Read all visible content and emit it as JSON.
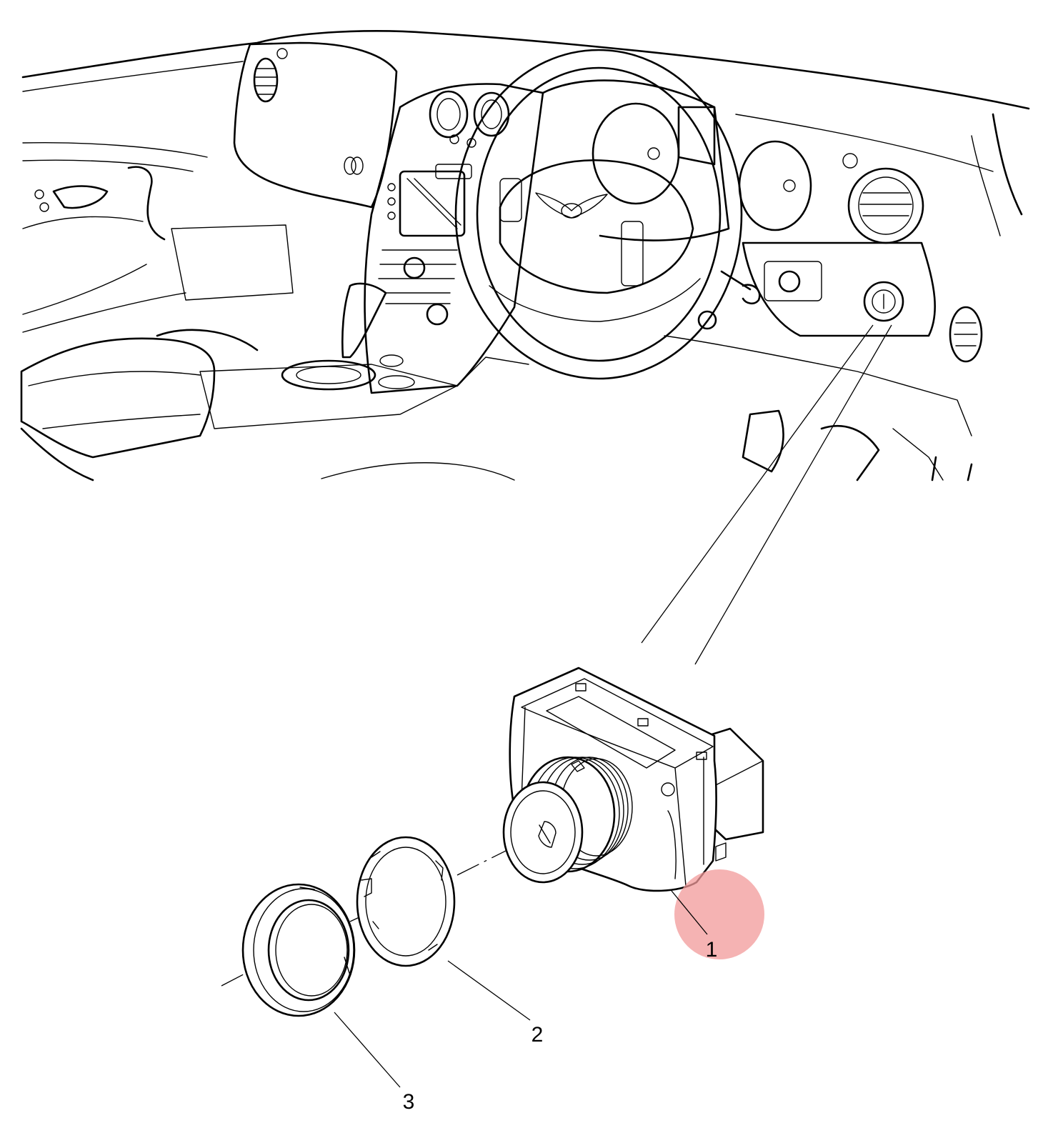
{
  "callouts": [
    {
      "id": "1",
      "label": "1",
      "highlighted": true
    },
    {
      "id": "2",
      "label": "2",
      "highlighted": false
    },
    {
      "id": "3",
      "label": "3",
      "highlighted": false
    }
  ],
  "colors": {
    "line": "#000000",
    "background": "#ffffff",
    "highlight": "#f29a9a"
  },
  "icons": {
    "logo": "winged-b-emblem",
    "ignition": "key-slot"
  }
}
